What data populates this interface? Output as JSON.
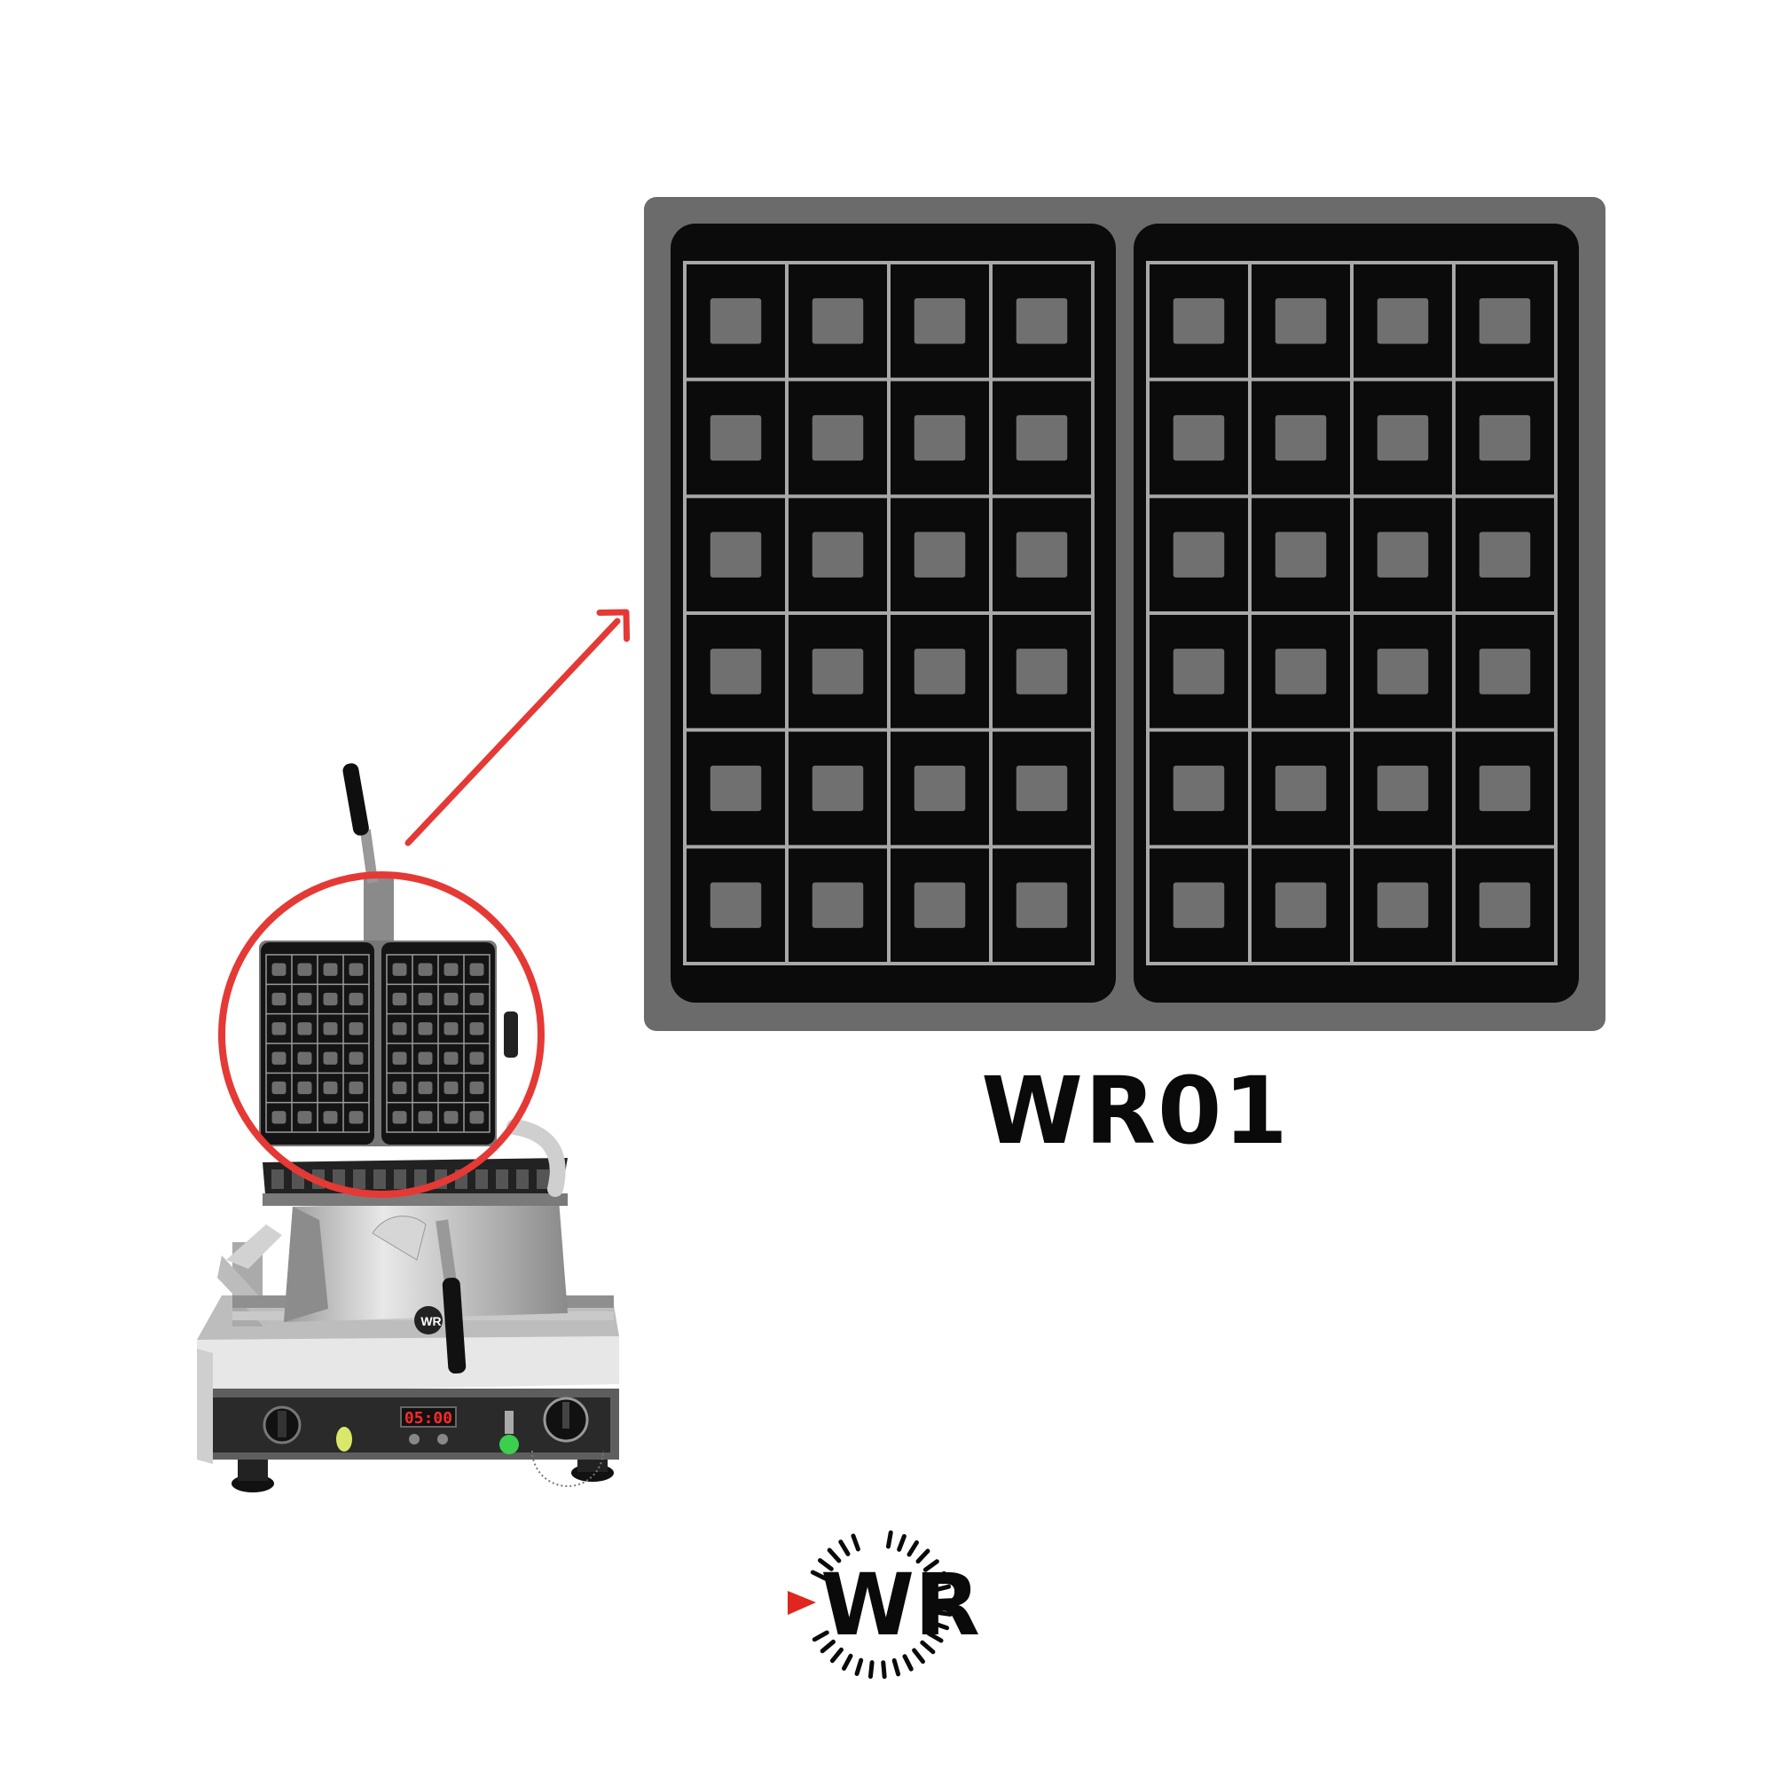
{
  "product": {
    "model_code": "WR01",
    "brand_logo_text": "WR",
    "machine_badge_text": "WR",
    "timer_display": "05:00"
  },
  "colors": {
    "highlight_red": "#e53935",
    "plate_gray": "#6a6a6a",
    "plate_dark": "#0d0d0d",
    "logo_red": "#e0261f"
  },
  "icons": {
    "zoom_arrow": "arrow-icon",
    "highlight_circle": "circle-highlight",
    "brand_logo": "wr-logo"
  }
}
